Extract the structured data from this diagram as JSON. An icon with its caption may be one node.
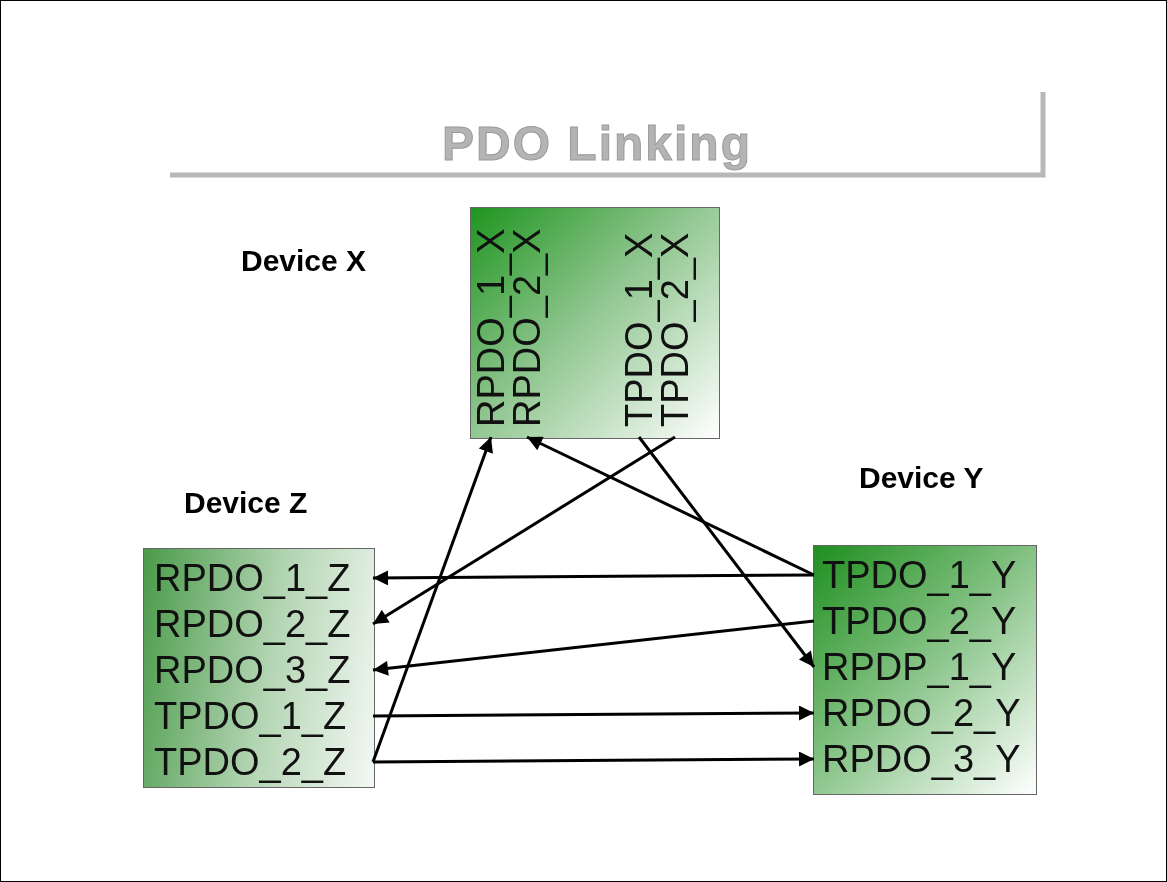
{
  "diagram": {
    "title": "PDO Linking",
    "nodes": [
      {
        "text": [
          "Device X"
        ]
      },
      {
        "text": [
          "RPDO_1_X"
        ],
        "in": 0
      },
      {
        "text": [
          "RPDO_2_X"
        ],
        "in": 0
      },
      {
        "text": [
          "TPDO_1_X"
        ],
        "in": 0
      },
      {
        "text": [
          "TPDO_2_X"
        ],
        "in": 0
      },
      {
        "text": [
          "Device Z"
        ]
      },
      {
        "text": [
          "RPDO_1_Z"
        ],
        "in": 5
      },
      {
        "text": [
          "RPDO_2_Z"
        ],
        "in": 5
      },
      {
        "text": [
          "RPDO_3_Z"
        ],
        "in": 5
      },
      {
        "text": [
          "TPDO_1_Z"
        ],
        "in": 5
      },
      {
        "text": [
          "TPDO_2_Z"
        ],
        "in": 5
      },
      {
        "text": [
          "Device Y"
        ]
      },
      {
        "text": [
          "TPDO_1_Y"
        ],
        "in": 11
      },
      {
        "text": [
          "TPDO_2_Y"
        ],
        "in": 11
      },
      {
        "text": [
          "RPDP_1_Y"
        ],
        "in": 11
      },
      {
        "text": [
          "RPDO_2_Y"
        ],
        "in": 11
      },
      {
        "text": [
          "RPDO_3_Y"
        ],
        "in": 11
      }
    ],
    "edges": [
      {
        "from": 12,
        "to": 6,
        "arrow": "to"
      },
      {
        "from": 12,
        "to": 2,
        "arrow": "to"
      },
      {
        "from": 4,
        "to": 7,
        "arrow": "to"
      },
      {
        "from": 3,
        "to": 14,
        "arrow": "to"
      },
      {
        "from": 13,
        "to": 8,
        "arrow": "to"
      },
      {
        "from": 9,
        "to": 15,
        "arrow": "to"
      },
      {
        "from": 10,
        "to": 16,
        "arrow": "to"
      },
      {
        "from": 10,
        "to": 1,
        "arrow": "to"
      }
    ]
  }
}
